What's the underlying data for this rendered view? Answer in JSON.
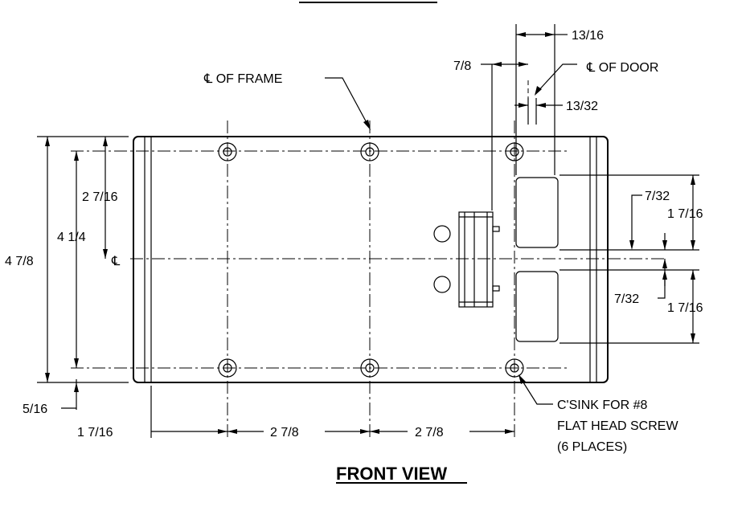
{
  "drawing": {
    "title": "FRONT VIEW",
    "frame_centerline_label": "℄ OF FRAME",
    "door_centerline_label": "℄ OF DOOR",
    "centerline_symbol": "℄",
    "countersink_note": {
      "line1": "C'SINK FOR #8",
      "line2": "FLAT HEAD SCREW",
      "line3": "(6 PLACES)"
    },
    "dimensions": {
      "door_offset_top": "13/16",
      "door_offset_left": "7/8",
      "door_offset_inner": "13/32",
      "hole_to_center": "2 7/16",
      "hole_spacing_vertical": "4 1/4",
      "overall_height": "4 7/8",
      "edge_to_hole_bottom": "5/16",
      "edge_to_hole_left": "1 7/16",
      "hole_spacing_h1": "2 7/8",
      "hole_spacing_h2": "2 7/8",
      "upper_gap": "7/32",
      "upper_height": "1 7/16",
      "lower_gap": "7/32",
      "lower_height": "1 7/16"
    }
  }
}
